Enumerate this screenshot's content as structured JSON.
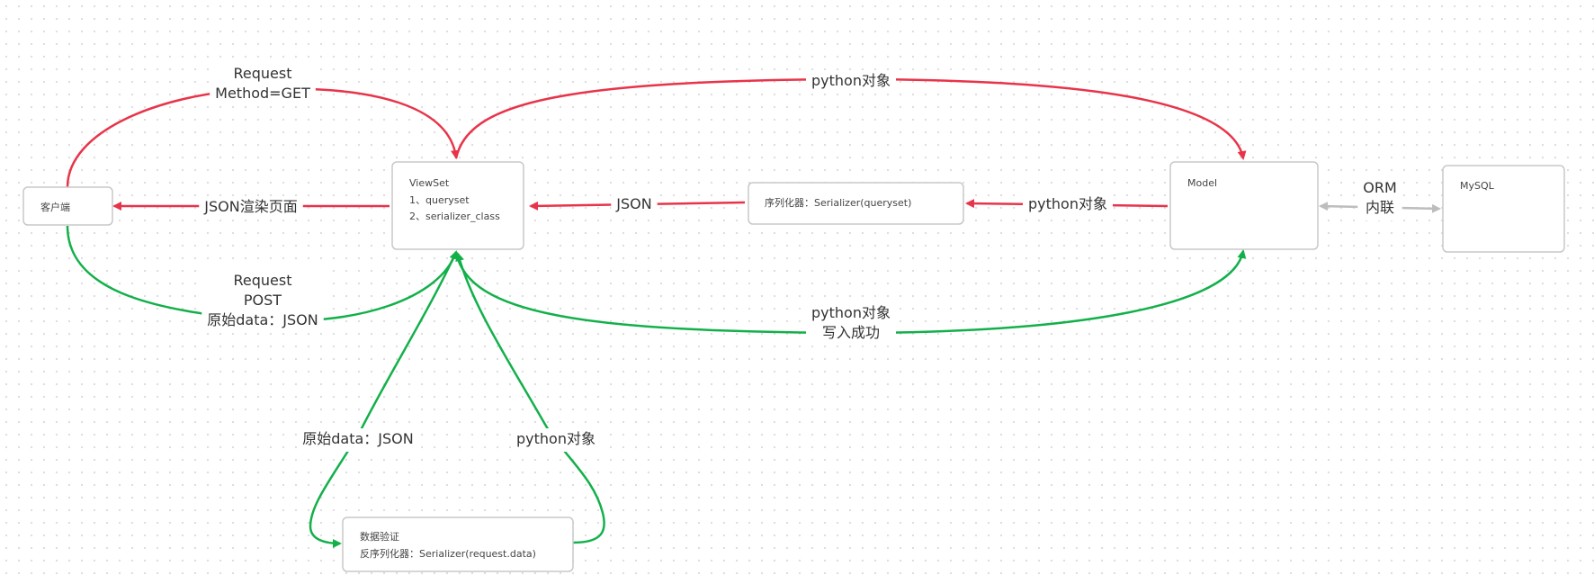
{
  "nodes": {
    "client": {
      "lines": [
        "客户端"
      ]
    },
    "viewset": {
      "lines": [
        "ViewSet",
        "1、queryset",
        "2、serializer_class"
      ]
    },
    "serializer": {
      "lines": [
        "序列化器：Serializer(queryset)"
      ]
    },
    "model": {
      "lines": [
        "Model"
      ]
    },
    "mysql": {
      "lines": [
        "MySQL"
      ]
    },
    "deserializer": {
      "lines": [
        "数据验证",
        "反序列化器：Serializer(request.data)"
      ]
    }
  },
  "edge_labels": {
    "get_request": [
      "Request",
      "Method=GET"
    ],
    "viewset_to_model": [
      "python对象"
    ],
    "render_page": [
      "JSON渲染页面"
    ],
    "json": [
      "JSON"
    ],
    "model_to_serializer": [
      "python对象"
    ],
    "orm": [
      "ORM",
      "内联"
    ],
    "post_request": [
      "Request",
      "POST",
      "原始data：JSON"
    ],
    "write_success": [
      "python对象",
      "写入成功"
    ],
    "raw_data": [
      "原始data：JSON"
    ],
    "validated_object": [
      "python对象"
    ]
  },
  "colors": {
    "read_flow": "#e8344a",
    "write_flow": "#13b04a",
    "orm_link": "#bdbdbd",
    "node_border": "#c8c8c8"
  }
}
